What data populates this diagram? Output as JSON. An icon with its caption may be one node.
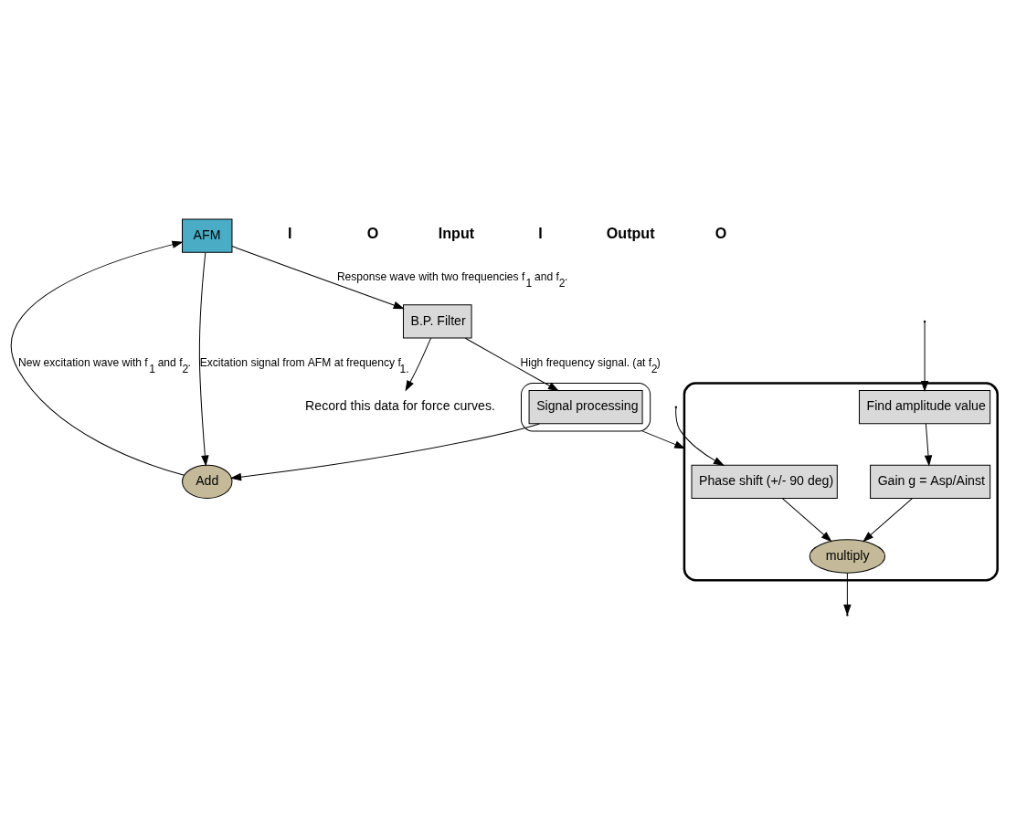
{
  "diagram": {
    "nodes": [
      {
        "text": [
          "AFM"
        ]
      },
      {
        "text": [
          "B.P. Filter"
        ]
      },
      {
        "text": [],
        "shape": "ellipse"
      },
      {
        "text": [
          "Signal processing"
        ],
        "in": 2
      },
      {
        "text": [
          "Add"
        ]
      },
      {
        "text": [],
        "shape": "ellipse"
      },
      {
        "text": [
          "Phase shift (+/- 90 deg)"
        ],
        "in": 5
      },
      {
        "text": [
          "Find amplitude value"
        ],
        "in": 5
      },
      {
        "text": [
          "multiply"
        ],
        "in": 5
      },
      {
        "text": [
          "Gain g = Asp/Ainst"
        ],
        "in": 5
      },
      {
        "text": [
          "Record this data for force curves."
        ]
      }
    ],
    "edges": [
      {
        "from": 0,
        "to": 1,
        "arrow": "to",
        "label": "Response wave with two frequencies f$_{1}$ and f$_{2}$."
      },
      {
        "from": 0,
        "to": 4,
        "arrow": "to",
        "label": "Excitation signal from AFM at frequency f$_{1.}$"
      },
      {
        "from": 1,
        "to": 3,
        "arrow": "to",
        "label": "High frequency signal. (at f$_{2}$)"
      },
      {
        "from": 1,
        "to": 10,
        "arrow": "to"
      },
      {
        "from": 3,
        "to": 4,
        "arrow": "to"
      },
      {
        "from": 4,
        "to": 0,
        "arrow": "to",
        "label": "New excitation wave with f$_{1}$ and f$_{2}$."
      },
      {
        "from": 2,
        "to": 5,
        "arrow": "to"
      },
      {
        "from": null,
        "to": 6,
        "arrow": "to"
      },
      {
        "from": null,
        "to": 7,
        "arrow": "to"
      },
      {
        "from": 6,
        "to": 8,
        "arrow": "to"
      },
      {
        "from": 7,
        "to": 9,
        "arrow": "to"
      },
      {
        "from": 9,
        "to": 8,
        "arrow": "to"
      },
      {
        "from": 8,
        "to": null,
        "arrow": "to"
      }
    ],
    "labels": [
      "I",
      "O",
      "Input",
      "I",
      "Output",
      "O"
    ]
  }
}
